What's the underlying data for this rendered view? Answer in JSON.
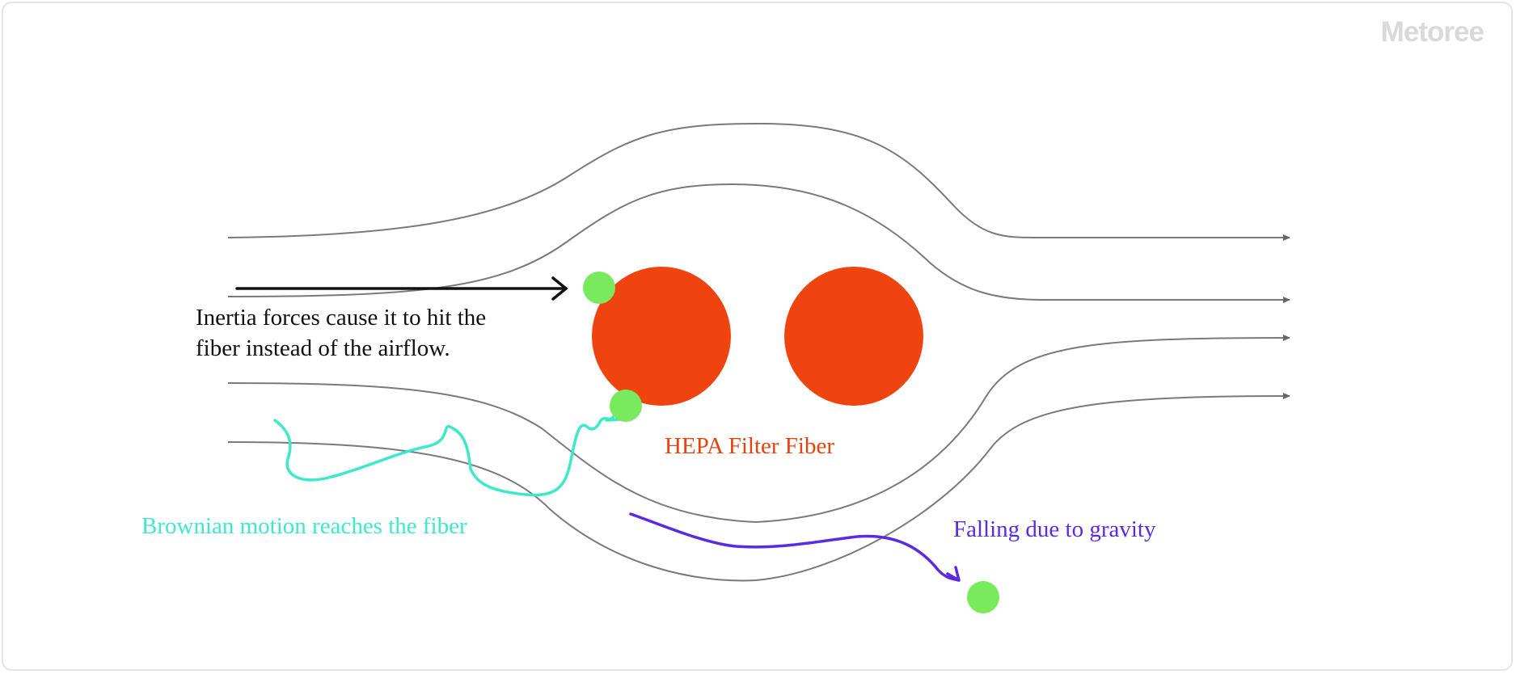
{
  "logo": {
    "text": "Metoree"
  },
  "labels": {
    "inertia": "Inertia forces cause it to hit the fiber instead of the airflow.",
    "inertia_line1": "Inertia forces cause it to hit the",
    "inertia_line2": "fiber instead of the airflow.",
    "hepa": "HEPA Filter Fiber",
    "brownian": "Brownian motion reaches the fiber",
    "gravity": "Falling due to gravity"
  },
  "colors": {
    "fiber": "#ef4410",
    "particle": "#79e95e",
    "streamline": "#7a7a7a",
    "inertia_arrow": "#111111",
    "brownian": "#3ee8c8",
    "gravity": "#5a2ae6",
    "hepa_text": "#e8430e",
    "inertia_text": "#111111",
    "logo": "#d9d9d9"
  },
  "diagram": {
    "fibers": 2,
    "streamlines": 4,
    "particles": 3
  }
}
